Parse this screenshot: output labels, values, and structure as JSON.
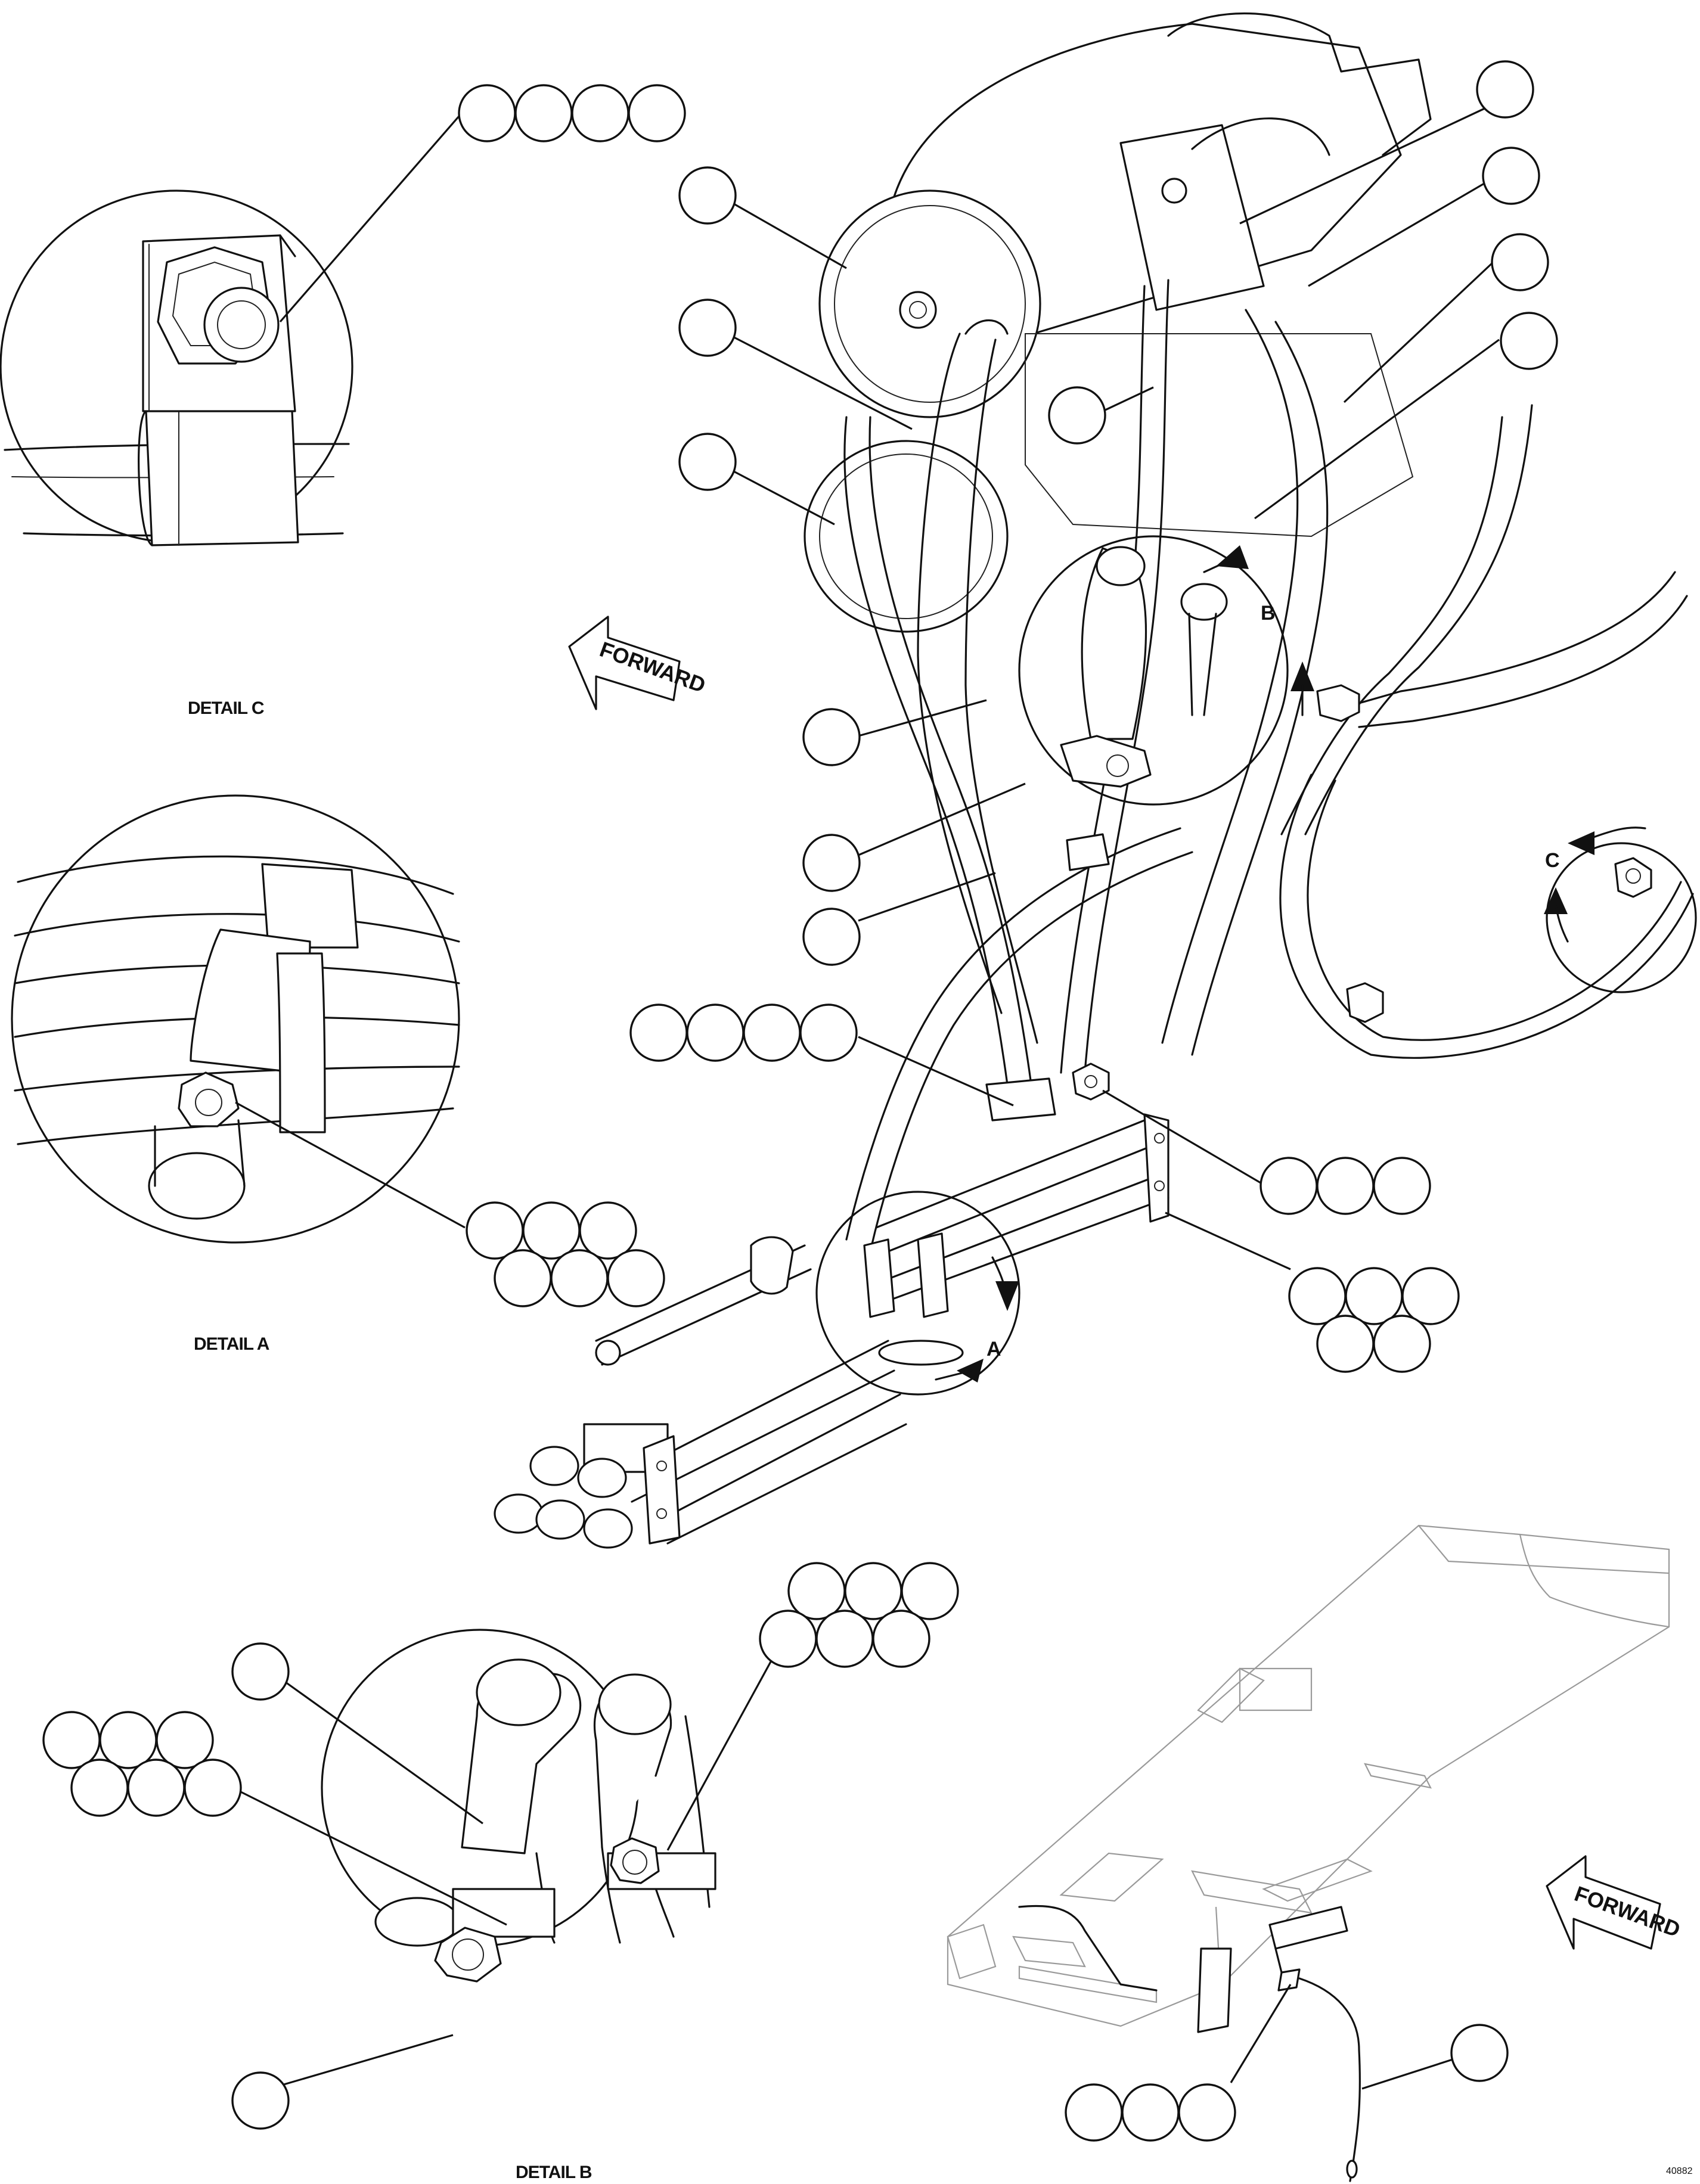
{
  "details": {
    "a_label": "DETAIL A",
    "b_label": "DETAIL B",
    "c_label": "DETAIL C"
  },
  "detail_markers": {
    "a": "A",
    "b": "B",
    "c": "C"
  },
  "forward_arrows": {
    "main": "FORWARD",
    "frame": "FORWARD"
  },
  "figure_number": "40882",
  "icons": {
    "forward_arrow": "forward-arrow-icon",
    "callout_bubble": "callout-bubble"
  }
}
